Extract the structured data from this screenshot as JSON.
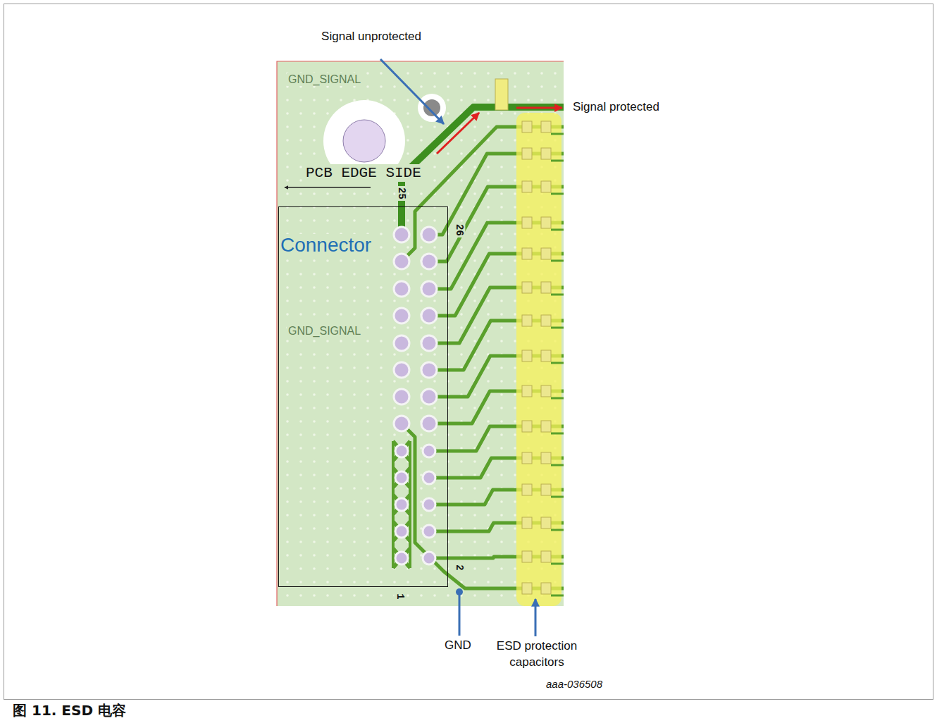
{
  "diagram": {
    "caption": "图 11. ESD 电容",
    "nodes": [
      {
        "text": [
          "Connector"
        ]
      }
    ],
    "labels": [
      "Signal unprotected",
      "GND_SIGNAL",
      "Signal protected",
      "PCB EDGE SIDE",
      "25",
      "26",
      "GND_SIGNAL",
      "2",
      "1",
      "GND",
      "ESD protection capacitors",
      "aaa-036508"
    ]
  }
}
